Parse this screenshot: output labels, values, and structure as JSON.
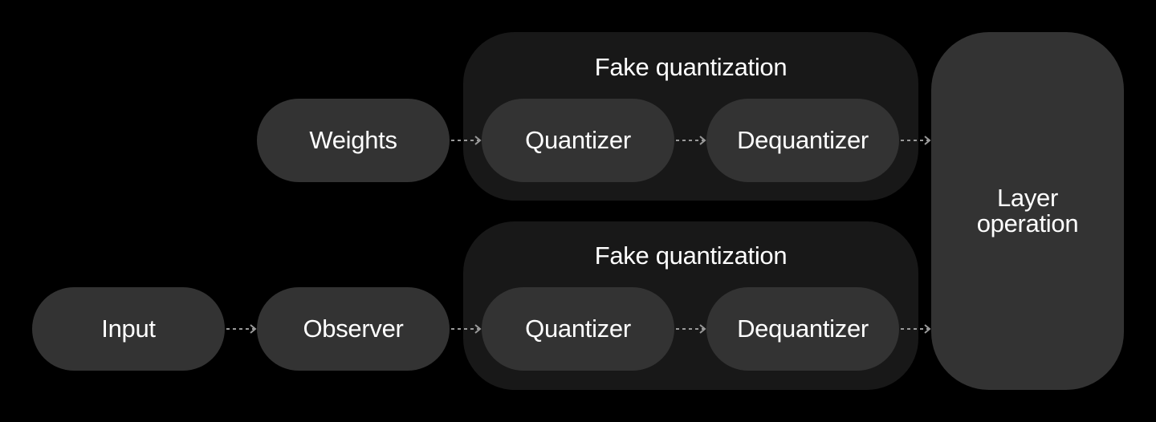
{
  "groups": [
    {
      "title": "Fake quantization"
    },
    {
      "title": "Fake quantization"
    }
  ],
  "nodes": {
    "weights": "Weights",
    "quantizer_top": "Quantizer",
    "dequantizer_top": "Dequantizer",
    "input": "Input",
    "observer": "Observer",
    "quantizer_bottom": "Quantizer",
    "dequantizer_bottom": "Dequantizer",
    "layer_operation": [
      "Layer",
      "operation"
    ]
  },
  "colors": {
    "background": "#000000",
    "group_fill": "#181818",
    "node_fill": "#333333",
    "text": "#ffffff",
    "arrow": "#9a9a9a"
  },
  "edges": [
    [
      "Weights",
      "Quantizer"
    ],
    [
      "Quantizer",
      "Dequantizer"
    ],
    [
      "Dequantizer",
      "Layer operation"
    ],
    [
      "Input",
      "Observer"
    ],
    [
      "Observer",
      "Quantizer"
    ],
    [
      "Quantizer",
      "Dequantizer"
    ],
    [
      "Dequantizer",
      "Layer operation"
    ]
  ]
}
